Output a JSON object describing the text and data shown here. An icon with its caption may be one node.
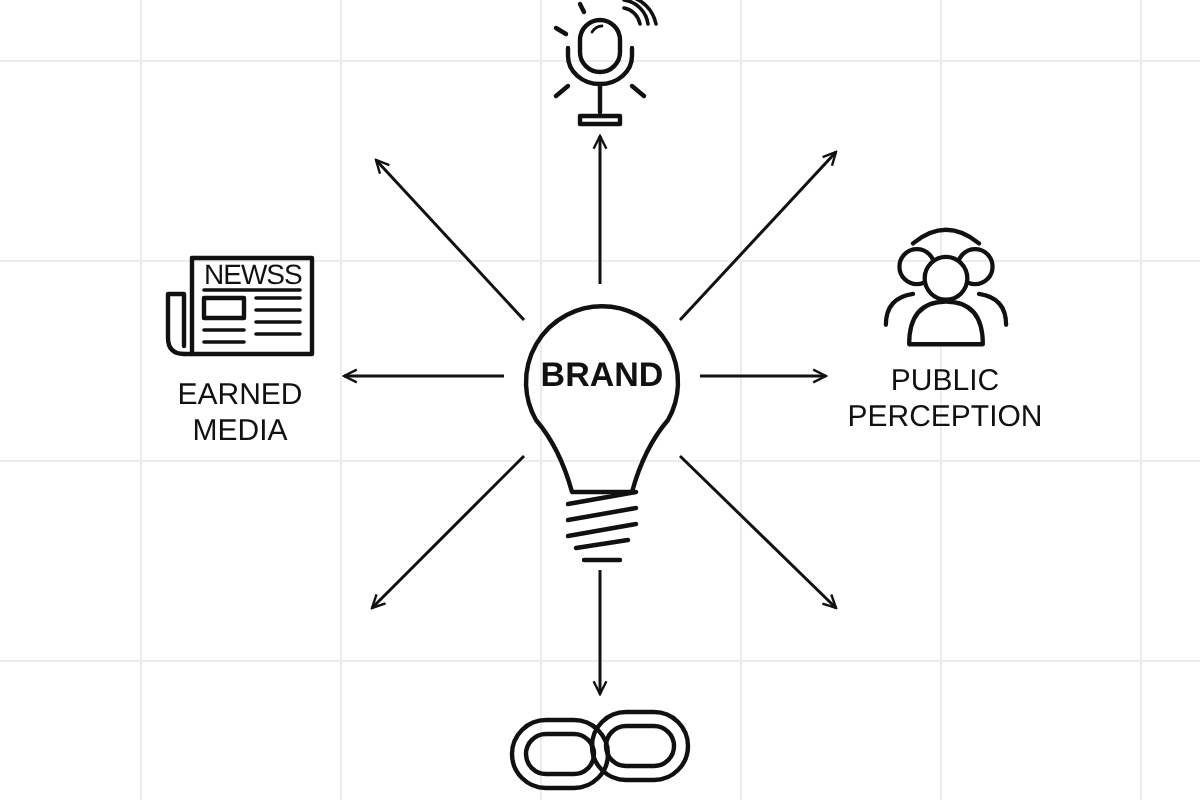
{
  "diagram": {
    "nodes": [
      {
        "text": [],
        "shape": "picture"
      },
      {
        "text": [
          "NEWSS",
          "EARNED MEDIA"
        ]
      },
      {
        "text": [
          "BRAND"
        ]
      },
      {
        "text": [
          "PUBLIC PERCEPTION"
        ]
      },
      {
        "text": [],
        "shape": "picture"
      }
    ],
    "edges": [
      {
        "from": 2,
        "to": 0,
        "arrow": "to"
      },
      {
        "from": 2,
        "to": null,
        "arrow": "to"
      },
      {
        "from": 2,
        "to": null,
        "arrow": "to"
      },
      {
        "from": 2,
        "to": 1,
        "arrow": "to"
      },
      {
        "from": 2,
        "to": 3,
        "arrow": "to"
      },
      {
        "from": 2,
        "to": null,
        "arrow": "to"
      },
      {
        "from": 2,
        "to": null,
        "arrow": "to"
      },
      {
        "from": 2,
        "to": 4,
        "arrow": "to"
      }
    ]
  }
}
